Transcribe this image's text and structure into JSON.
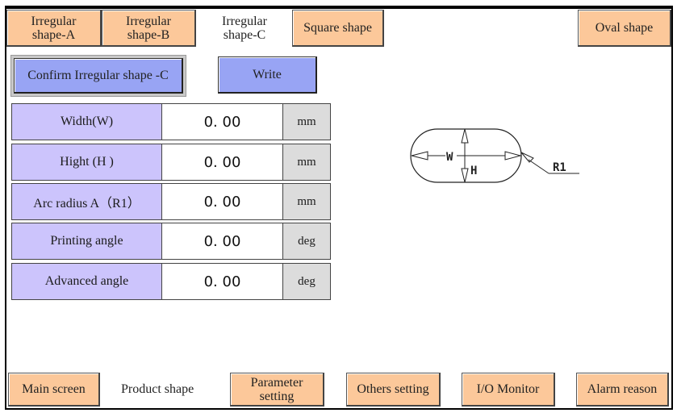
{
  "tabs": [
    {
      "label": "Irregular shape-A",
      "line1": "Irregular",
      "line2": "shape-A",
      "active": false
    },
    {
      "label": "Irregular shape-B",
      "line1": "Irregular",
      "line2": "shape-B",
      "active": false
    },
    {
      "label": "Irregular shape-C",
      "line1": "Irregular",
      "line2": "shape-C",
      "active": true
    },
    {
      "label": "Square shape",
      "active": false
    },
    {
      "label": "Oval shape",
      "active": false
    }
  ],
  "actions": {
    "confirm_label": "Confirm Irregular shape -C",
    "write_label": "Write"
  },
  "parameters": [
    {
      "label": "Width(W)",
      "value": "0. 00",
      "unit": "mm"
    },
    {
      "label": "Hight (H )",
      "value": "0. 00",
      "unit": "mm"
    },
    {
      "label": "Arc radius A（R1）",
      "value": "0. 00",
      "unit": "mm"
    },
    {
      "label": "Printing angle",
      "value": "0. 00",
      "unit": "deg"
    },
    {
      "label": "Advanced angle",
      "value": "0. 00",
      "unit": "deg"
    }
  ],
  "diagram": {
    "width_label": "W",
    "height_label": "H",
    "radius_label": "R1"
  },
  "bottom_nav": {
    "main_screen": "Main screen",
    "product_shape": "Product shape",
    "parameter_setting_line1": "Parameter",
    "parameter_setting_line2": "setting",
    "others_setting": "Others setting",
    "io_monitor": "I/O Monitor",
    "alarm_reason": "Alarm reason"
  },
  "colors": {
    "tab_button": "#fcc89a",
    "action_button": "#98a4f4",
    "param_label": "#ccc4fc",
    "unit_cell": "#dcdcdc"
  }
}
